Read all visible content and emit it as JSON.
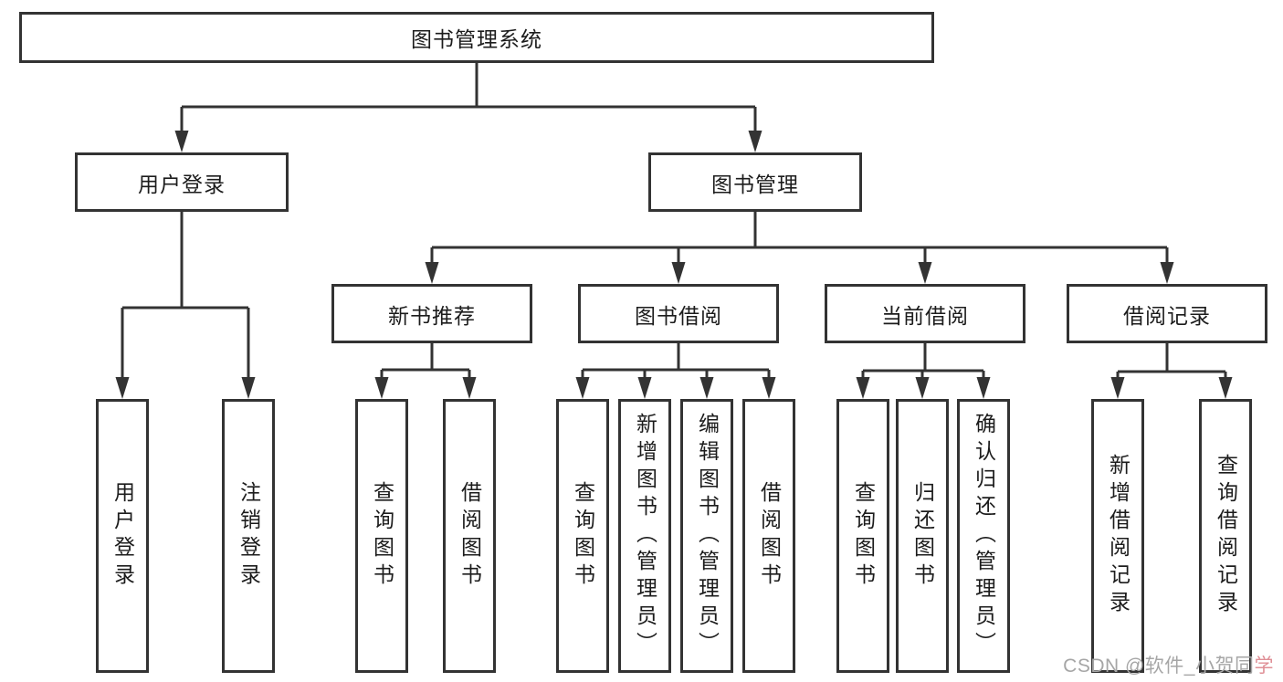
{
  "tree": {
    "root": {
      "label": "图书管理系统"
    },
    "branches": [
      {
        "label": "用户登录",
        "children": [
          {
            "label": "用户登录"
          },
          {
            "label": "注销登录"
          }
        ]
      },
      {
        "label": "图书管理",
        "children": [
          {
            "label": "新书推荐",
            "children": [
              {
                "label": "查询图书"
              },
              {
                "label": "借阅图书"
              }
            ]
          },
          {
            "label": "图书借阅",
            "children": [
              {
                "label": "查询图书"
              },
              {
                "label": "新增图书（管理员）"
              },
              {
                "label": "编辑图书（管理员）"
              },
              {
                "label": "借阅图书"
              }
            ]
          },
          {
            "label": "当前借阅",
            "children": [
              {
                "label": "查询图书"
              },
              {
                "label": "归还图书"
              },
              {
                "label": "确认归还（管理员）"
              }
            ]
          },
          {
            "label": "借阅记录",
            "children": [
              {
                "label": "新增借阅记录"
              },
              {
                "label": "查询借阅记录"
              }
            ]
          }
        ]
      }
    ]
  },
  "watermark": {
    "prefix": "CSDN @软件_小贺同",
    "accent": "学"
  },
  "colors": {
    "line": "#333333",
    "box_border": "#333333",
    "text": "#1c1c1c",
    "background": "#ffffff",
    "watermark": "#a6a6a6",
    "watermark_accent": "#df8f96"
  }
}
